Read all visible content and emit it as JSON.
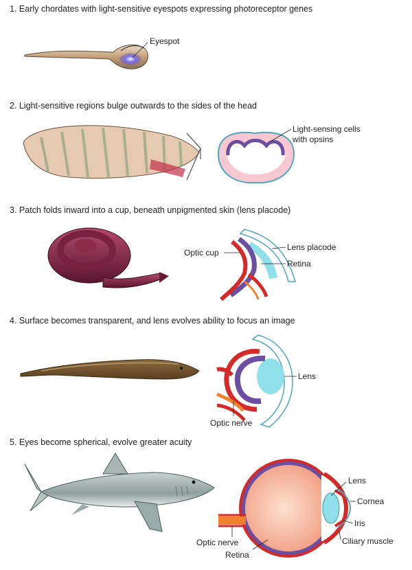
{
  "steps": [
    {
      "number": "1.",
      "title": "Early chordates with light-sensitive eyespots expressing photoreceptor genes",
      "labels": {
        "eyespot": "Eyespot"
      }
    },
    {
      "number": "2.",
      "title": "Light-sensitive regions bulge outwards to the sides of the head",
      "labels": {
        "cells_line1": "Light-sensing cells",
        "cells_line2": "with opsins"
      }
    },
    {
      "number": "3.",
      "title": "Patch folds inward into a cup, beneath unpigmented skin (lens placode)",
      "labels": {
        "optic_cup": "Optic cup",
        "lens_placode": "Lens placode",
        "retina": "Retina"
      }
    },
    {
      "number": "4.",
      "title": "Surface becomes transparent, and lens evolves ability to focus an image",
      "labels": {
        "lens": "Lens",
        "optic_nerve": "Optic nerve"
      }
    },
    {
      "number": "5.",
      "title": "Eyes become spherical, evolve greater acuity",
      "labels": {
        "lens": "Lens",
        "cornea": "Cornea",
        "iris": "Iris",
        "ciliary_muscle": "Ciliary muscle",
        "optic_nerve": "Optic nerve",
        "retina": "Retina"
      }
    }
  ],
  "colors": {
    "retina": "#6b4fa0",
    "pigment": "#d42a2a",
    "lens": "#8fe0e8",
    "skin": "#4aa8b8",
    "eyeball": "#f6b8a0",
    "nerve": "#f08030"
  }
}
